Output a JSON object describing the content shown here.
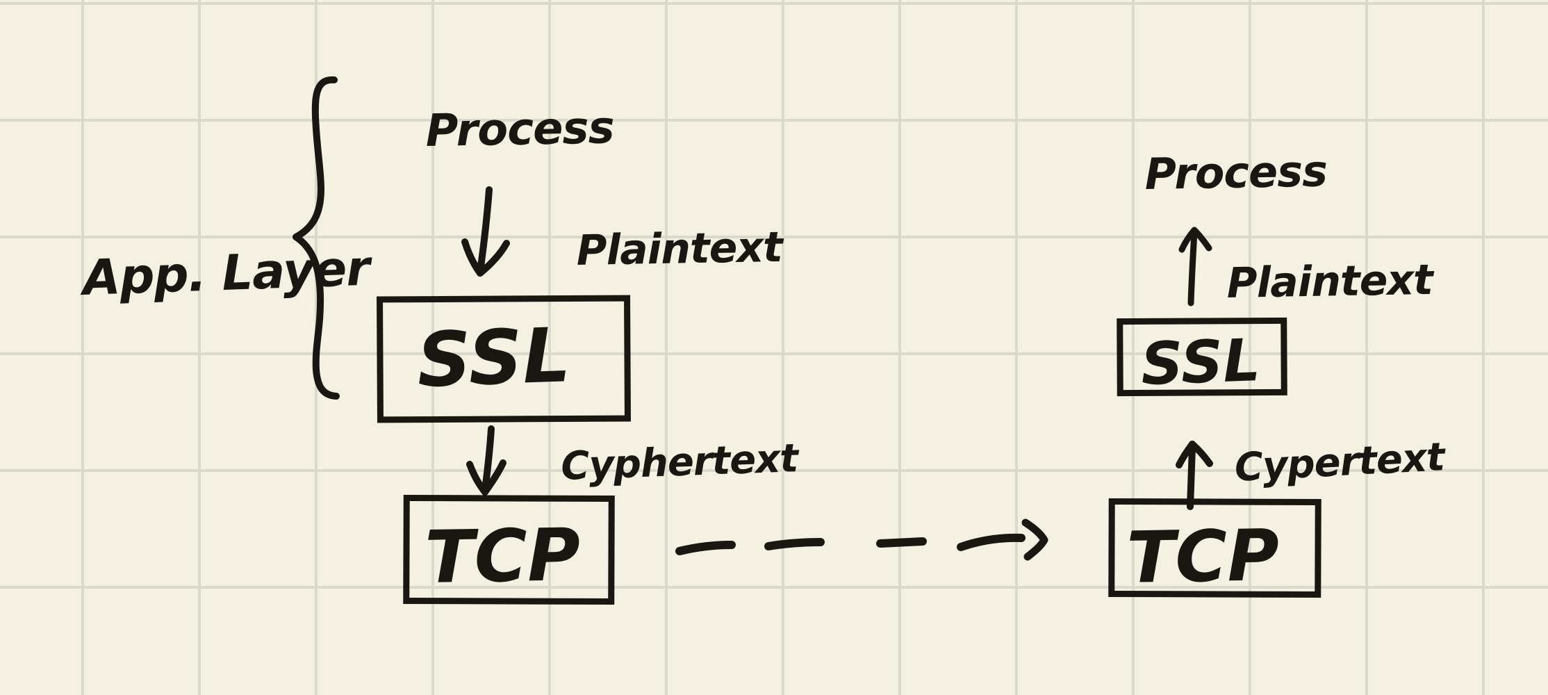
{
  "canvas": {
    "background_color": "#f4f1e2",
    "grid_line_color": "#d9dacb",
    "ink_color": "#1a1712"
  },
  "labels": {
    "app_layer": "App. Layer"
  },
  "sender_stack": {
    "process": "Process",
    "plaintext": "Plaintext",
    "ssl": "SSL",
    "cyphertext": "Cyphertext",
    "tcp": "TCP"
  },
  "receiver_stack": {
    "process": "Process",
    "plaintext": "Plaintext",
    "ssl": "SSL",
    "cypertext": "Cypertext",
    "tcp": "TCP"
  }
}
